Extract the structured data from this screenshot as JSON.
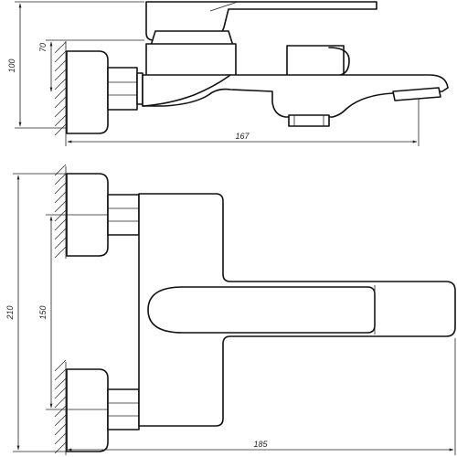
{
  "dimensions": {
    "top_height_total": "100",
    "top_height_inner": "70",
    "top_width": "167",
    "front_height_total": "210",
    "front_height_inner": "150",
    "front_width": "185"
  }
}
